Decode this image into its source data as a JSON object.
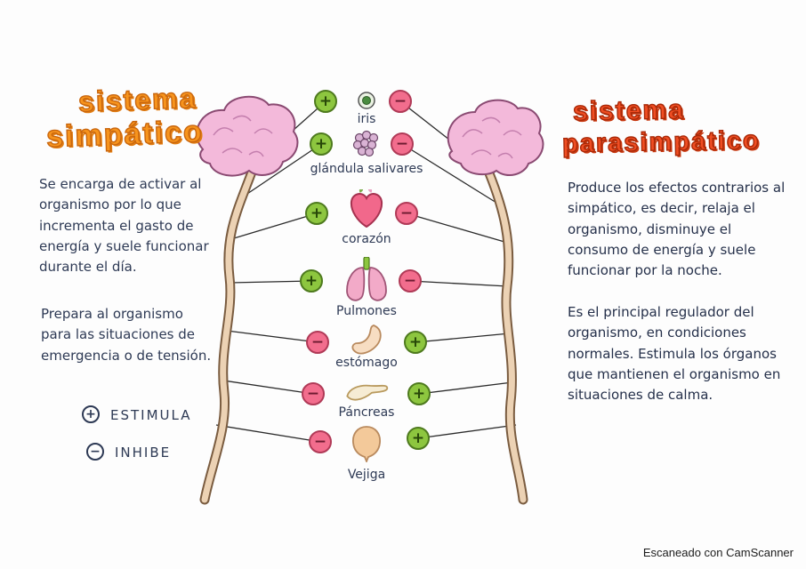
{
  "left_panel": {
    "title_line1": "sistema",
    "title_line2": "simpático",
    "paragraph1": "Se encarga de activar al organismo por lo que incrementa el gasto de energía y suele funcionar durante el día.",
    "paragraph2": "Prepara al organismo para las situaciones de emergencia o de tensión.",
    "legend": [
      {
        "symbol": "+",
        "label": "ESTIMULA"
      },
      {
        "symbol": "−",
        "label": "INHIBE"
      }
    ]
  },
  "right_panel": {
    "title_line1": "sistema",
    "title_line2": "parasimpático",
    "paragraph1": "Produce los efectos contrarios al simpático, es decir, relaja el organismo, disminuye el consumo de energía y suele funcionar por la noche.",
    "paragraph2": "Es el principal regulador del organismo, en condiciones normales. Estimula los órganos que mantienen el organismo en situaciones de calma."
  },
  "diagram": {
    "organs": [
      {
        "label": "iris",
        "left_sign": "+",
        "right_sign": "−"
      },
      {
        "label": "glándula salivares",
        "left_sign": "+",
        "right_sign": "−"
      },
      {
        "label": "corazón",
        "left_sign": "+",
        "right_sign": "−"
      },
      {
        "label": "Pulmones",
        "left_sign": "+",
        "right_sign": "−"
      },
      {
        "label": "estómago",
        "left_sign": "−",
        "right_sign": "+"
      },
      {
        "label": "Páncreas",
        "left_sign": "−",
        "right_sign": "+"
      },
      {
        "label": "Vejiga",
        "left_sign": "−",
        "right_sign": "+"
      }
    ],
    "colors": {
      "stimulate": "#8dc63f",
      "inhibit": "#f26d8d",
      "title_left": "#f7941d",
      "title_right": "#f04e23",
      "ink": "#2e3a55"
    }
  },
  "footer": {
    "scanner_note": "Escaneado con CamScanner"
  }
}
